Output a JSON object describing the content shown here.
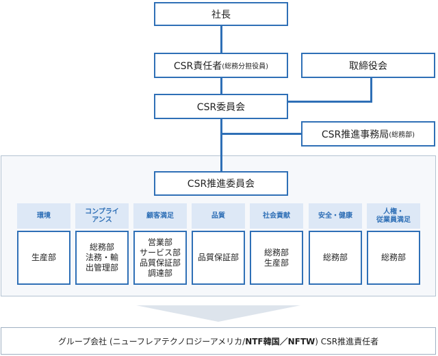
{
  "president": "社長",
  "csr_officer": {
    "title": "CSR責任者",
    "note": "(総務分担役員)"
  },
  "board": "取締役会",
  "csr_committee": "CSR委員会",
  "csr_office": {
    "title": "CSR推進事務局",
    "note": "(総務部)"
  },
  "promotion_committee": "CSR推進委員会",
  "columns": [
    {
      "head": [
        "環境"
      ],
      "dept": [
        "生産部"
      ]
    },
    {
      "head": [
        "コンプライ",
        "アンス"
      ],
      "dept": [
        "総務部",
        "法務・輸",
        "出管理部"
      ]
    },
    {
      "head": [
        "顧客満足"
      ],
      "dept": [
        "営業部",
        "サービス部",
        "品質保証部",
        "調達部"
      ]
    },
    {
      "head": [
        "品質"
      ],
      "dept": [
        "品質保証部"
      ]
    },
    {
      "head": [
        "社会貢献"
      ],
      "dept": [
        "総務部",
        "生産部"
      ]
    },
    {
      "head": [
        "安全・健康"
      ],
      "dept": [
        "総務部"
      ]
    },
    {
      "head": [
        "人権・",
        "従業員満足"
      ],
      "dept": [
        "総務部"
      ]
    }
  ],
  "group": {
    "prefix": "グループ会社 (ニューフレアテクノロジーアメリカ/ ",
    "bold": "NTF韓国／NFTW",
    "suffix": " )   CSR推進責任者"
  }
}
